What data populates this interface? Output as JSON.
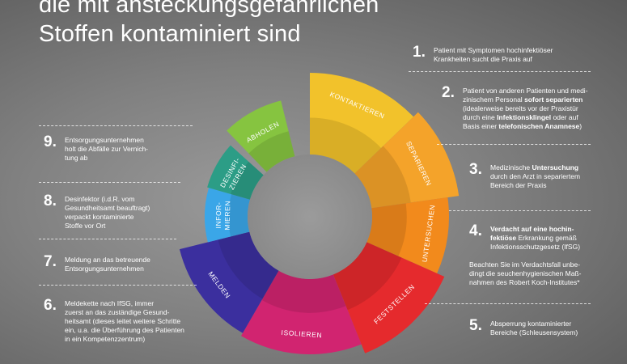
{
  "title": {
    "line1": "die mit ansteckungsgefährlichen",
    "line2": "Stoffen kontaminiert sind"
  },
  "segments": [
    {
      "label": "KONTAKTIEREN",
      "color": "#f2c22b"
    },
    {
      "label": "SEPARIEREN",
      "color": "#f4a32a"
    },
    {
      "label": "UNTERSUCHEN",
      "color": "#f28a1c"
    },
    {
      "label": "FESTSTELLEN",
      "color": "#e52a2d"
    },
    {
      "label": "ISOLIEREN",
      "color": "#d12470"
    },
    {
      "label": "MELDEN",
      "color": "#3b2f9e"
    },
    {
      "label": "INFOR-MIEREN",
      "color": "#3aa6e8"
    },
    {
      "label": "DESINFI-ZIEREN",
      "color": "#2c9d86"
    },
    {
      "label": "ABHOLEN",
      "color": "#86c440"
    }
  ],
  "steps": {
    "s1": {
      "num": "1.",
      "lines": [
        "Patient mit Symptomen hochinfektiöser",
        "Krankheiten sucht die Praxis auf"
      ]
    },
    "s2": {
      "num": "2.",
      "l1": "Patient von anderen Patienten und medi-",
      "l2a": "zinischem Personal ",
      "l2b": "sofort separierten",
      "l3": "(idealerweise bereits vor der Praxistür",
      "l4a": "durch eine ",
      "l4b": "Infektionsklingel",
      "l4c": " oder auf",
      "l5a": "Basis einer ",
      "l5b": "telefonischen Anamnese",
      "l5c": ")"
    },
    "s3": {
      "num": "3.",
      "l1a": "Medizinische ",
      "l1b": "Untersuchung",
      "l2": "durch den Arzt in separiertem",
      "l3": "Bereich der Praxis"
    },
    "s4": {
      "num": "4.",
      "l1": "Verdacht auf eine hochin-",
      "l2a": "fektiöse",
      "l2b": " Erkrankung gemäß",
      "l3": "Infektionsschutzgesetz (IfSG)",
      "note": [
        "Beachten Sie im Verdachtsfall unbe-",
        "dingt die seuchenhygienischen Maß-",
        "nahmen des Robert Koch-Institutes*"
      ]
    },
    "s5": {
      "num": "5.",
      "lines": [
        "Absperrung kontaminierter",
        "Bereiche (Schleusensystem)"
      ]
    },
    "s6": {
      "num": "6.",
      "lines": [
        "Meldekette nach IfSG, immer",
        "zuerst an das zuständige Gesund-",
        "heitsamt (dieses leitet weitere Schritte",
        "ein, u.a. die Überführung des Patienten",
        "in ein Kompetenzzentrum)"
      ]
    },
    "s7": {
      "num": "7.",
      "lines": [
        "Meldung an das betreuende",
        "Entsorgungsunternehmen"
      ]
    },
    "s8": {
      "num": "8.",
      "lines": [
        "Desinfektor (i.d.R. vom",
        "Gesundheitsamt beauftragt)",
        "verpackt kontaminierte",
        "Stoffe vor Ort"
      ]
    },
    "s9": {
      "num": "9.",
      "lines": [
        "Entsorgungsunternehmen",
        "holt die Abfälle zur Vernich-",
        "tung ab"
      ]
    }
  }
}
